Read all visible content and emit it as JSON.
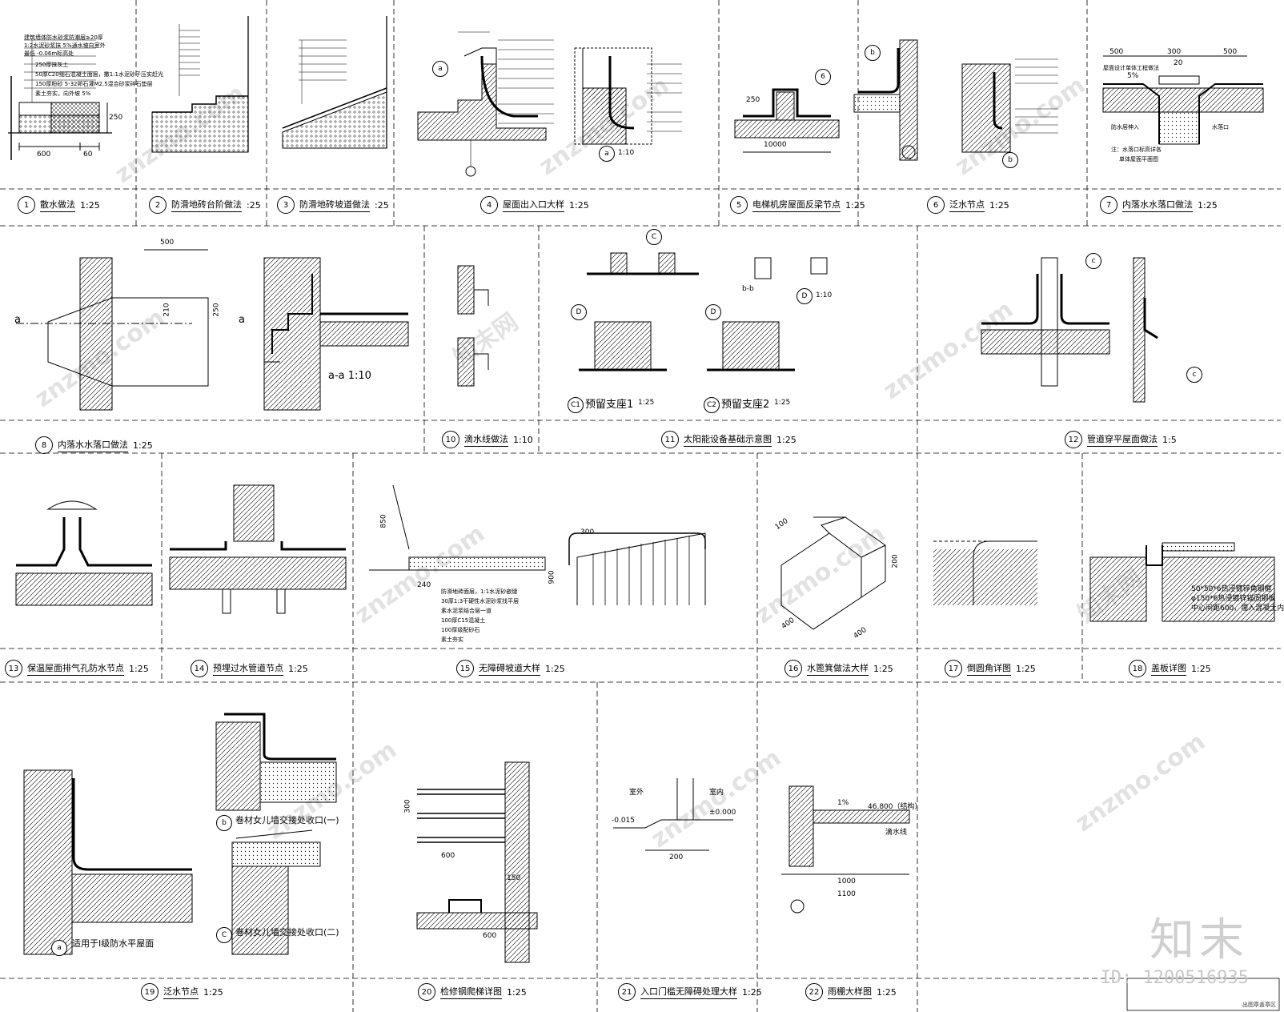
{
  "details": [
    {
      "no": "1",
      "title": "散水做法",
      "scale": "1:25"
    },
    {
      "no": "2",
      "title": "防滑地砖台阶做法",
      "scale": ":25"
    },
    {
      "no": "3",
      "title": "防滑地砖坡道做法",
      "scale": ":25"
    },
    {
      "no": "4",
      "title": "屋面出入口大样",
      "scale": "1:25"
    },
    {
      "no": "5",
      "title": "电梯机房屋面反梁节点",
      "scale": "1:25"
    },
    {
      "no": "6",
      "title": "泛水节点",
      "scale": "1:25"
    },
    {
      "no": "7",
      "title": "内落水水落口做法",
      "scale": "1:25"
    },
    {
      "no": "8",
      "title": "内落水水落口做法",
      "scale": "1:25"
    },
    {
      "no": "10",
      "title": "滴水线做法",
      "scale": "1:10"
    },
    {
      "no": "11",
      "title": "太阳能设备基础示意图",
      "scale": "1:25"
    },
    {
      "no": "12",
      "title": "管道穿平屋面做法",
      "scale": "1:5"
    },
    {
      "no": "13",
      "title": "保温屋面排气孔防水节点",
      "scale": "1:25"
    },
    {
      "no": "14",
      "title": "预埋过水管道节点",
      "scale": "1:25"
    },
    {
      "no": "15",
      "title": "无障碍坡道大样",
      "scale": "1:25"
    },
    {
      "no": "16",
      "title": "水篦箕做法大样",
      "scale": "1:25"
    },
    {
      "no": "17",
      "title": "倒圆角详图",
      "scale": "1:25"
    },
    {
      "no": "18",
      "title": "盖板详图",
      "scale": "1:25"
    },
    {
      "no": "19",
      "title": "泛水节点",
      "scale": "1:25"
    },
    {
      "no": "20",
      "title": "检修钢爬梯详图",
      "scale": "1:25"
    },
    {
      "no": "21",
      "title": "入口门槛无障碍处理大样",
      "scale": "1:25"
    },
    {
      "no": "22",
      "title": "雨棚大样图",
      "scale": "1:25"
    }
  ],
  "sub_labels": {
    "a_1_10": "1:10",
    "aa_1_10": "a-a  1:10",
    "c1": "预留支座1",
    "c1_scale": "1:25",
    "c2": "预留支座2",
    "c2_scale": "1:25",
    "d_1_10": "1:10",
    "b_b": "b-b",
    "c19": "适用于I级防水平屋面",
    "b19": "卷材女儿墙交接处收口(一)",
    "c19c": "卷材女儿墙交接处收口(二)"
  },
  "dims": {
    "d1_600": "600",
    "d1_60": "60",
    "d1_250": "250",
    "d7_500": "500",
    "d7_300": "300",
    "d7_500b": "500",
    "d7_slope": "5%",
    "d7_20": "20",
    "d8_500": "500",
    "d8_250": "250",
    "d8_210": "210",
    "d5_10000": "10000",
    "d5_250": "250",
    "d15_300": "300",
    "d15_900": "900",
    "d15_850": "850",
    "d15_240": "240",
    "d16_400a": "400",
    "d16_400b": "400",
    "d16_200": "200",
    "d16_100": "100",
    "d20_600": "600",
    "d20_150": "150",
    "d20_300": "300",
    "d21_200": "200",
    "d21_minus": "-0.015",
    "d21_zero": "±0.000",
    "d21_out": "室外",
    "d21_in": "室内",
    "d22_1000": "1000",
    "d22_1100": "1100",
    "d22_level": "46.800（结构）",
    "d22_slope": "1%",
    "d22_drip": "滴水线"
  },
  "notes": {
    "n1": [
      "建筑墙体防水砂浆防潮层≥20厚",
      "1:2水泥砂浆抹 5%通水坡向室外",
      "最低 -0.06m标高处",
      "250厚抹灰土",
      "50厚C20细石混凝土面层，撒1:1水泥砂子压实赶光",
      "150厚粉砂 5-32卵石灌M2.5混合砂浆碎石垫层",
      "素土夯实，向外坡 5%"
    ],
    "n7": [
      "屋面设计单体工程做法",
      "防水层伸入",
      "水落口",
      "注：水落口标高详各",
      "单体屋面平面图"
    ],
    "n15": [
      "防滑地砖面层，1:1水泥砂嵌缝",
      "30厚1:3干硬性水泥砂浆找平层",
      "素水泥浆结合层一道",
      "100厚C15混凝土",
      "100厚级配砂石",
      "素土夯实"
    ],
    "n18": [
      "50*50*6热浸镀锌角钢框",
      "φ150*6热浸镀锌锚固钢板",
      "中心间距600，埋入混凝土内"
    ]
  },
  "brand": {
    "logo": "知末",
    "id": "ID: 1200516935",
    "watermark": "znzmo.com",
    "watermark_cn": "知末网",
    "corner": "出图章盖章区"
  }
}
